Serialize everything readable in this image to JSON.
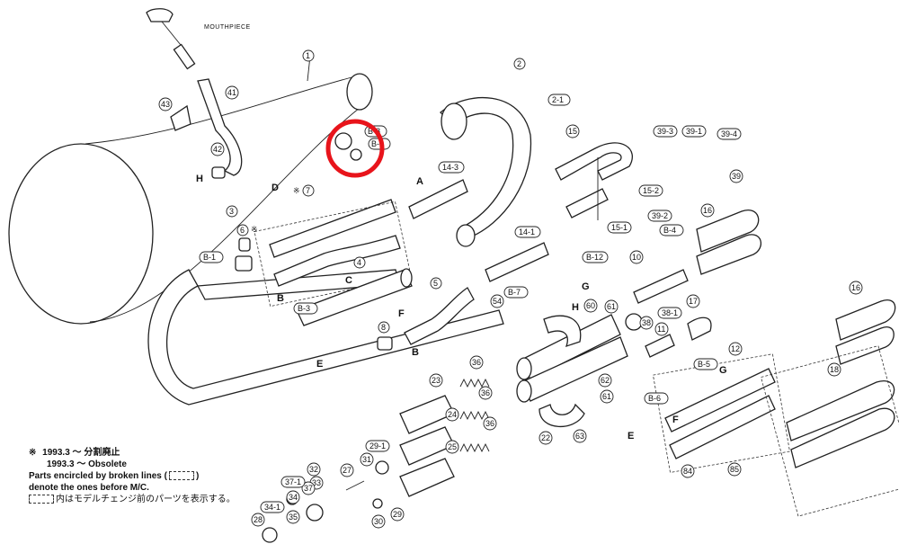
{
  "title_label": "MOUTHPIECE",
  "callout_labels": [
    "1",
    "2",
    "2-1",
    "3",
    "4",
    "5",
    "6",
    "7",
    "8",
    "10",
    "11",
    "12",
    "14-1",
    "14-3",
    "15",
    "15-1",
    "15-2",
    "16",
    "16",
    "17",
    "18",
    "22",
    "23",
    "24",
    "25",
    "27",
    "28",
    "29",
    "29-1",
    "30",
    "31",
    "32",
    "33",
    "34",
    "34-1",
    "35",
    "36",
    "36",
    "36",
    "37",
    "37-1",
    "38",
    "38-1",
    "39",
    "39-1",
    "39-2",
    "39-3",
    "39-4",
    "41",
    "42",
    "43",
    "54",
    "60",
    "61",
    "61",
    "62",
    "63",
    "84",
    "85",
    "B-1",
    "B-3",
    "B-4",
    "B-5",
    "B-6",
    "B-7",
    "B-12",
    "B-8",
    "B-2"
  ],
  "letter_labels": [
    "A",
    "B",
    "B",
    "C",
    "D",
    "E",
    "E",
    "F",
    "F",
    "G",
    "G",
    "H",
    "H"
  ],
  "marks": {
    "obsolete_mark": "※",
    "part6_mark": "※",
    "part7_mark": "※"
  },
  "notes": {
    "line1_jp": "1993.3 ～ 分割廃止",
    "line2_en": "1993.3 ～ Obsolete",
    "line3": "Parts encircled by broken lines (",
    "line3_end": ")",
    "line4": "denote the ones before M/C.",
    "line5_jp": "内はモデルチェンジ前のパーツを表示する。"
  },
  "highlight_color": "#e8141b"
}
